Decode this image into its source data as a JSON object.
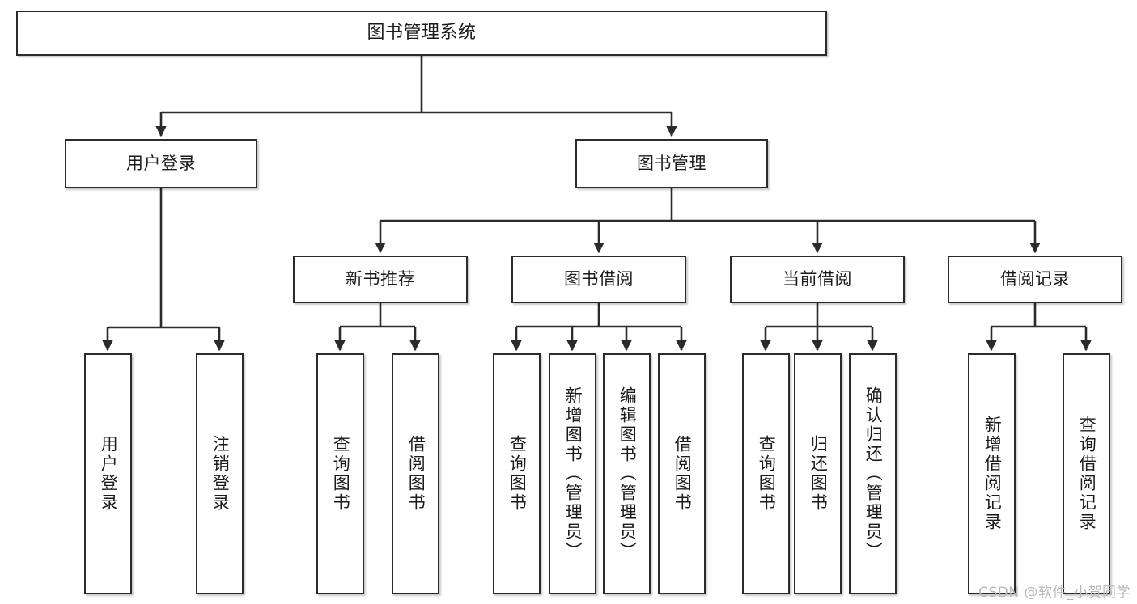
{
  "diagram": {
    "title": "图书管理系统",
    "type": "hierarchy-tree",
    "watermark": "CSDN @软件_小贺同学",
    "colors": {
      "box_border": "#2b2b2b",
      "box_fill": "#ffffff",
      "edge": "#2b2b2b",
      "text": "#1b1b1b",
      "watermark": "#b9b9b9",
      "background": "#ffffff"
    },
    "root": {
      "label": "图书管理系统"
    },
    "level2": [
      {
        "label": "用户登录"
      },
      {
        "label": "图书管理"
      }
    ],
    "level3": [
      {
        "label": "新书推荐"
      },
      {
        "label": "图书借阅"
      },
      {
        "label": "当前借阅"
      },
      {
        "label": "借阅记录"
      }
    ],
    "leaves": {
      "user_login": [
        {
          "label": "用户登录"
        },
        {
          "label": "注销登录"
        }
      ],
      "new_book_recommend": [
        {
          "label": "查询图书"
        },
        {
          "label": "借阅图书"
        }
      ],
      "book_borrow": [
        {
          "label": "查询图书"
        },
        {
          "label": "新增图书（管理员）"
        },
        {
          "label": "编辑图书（管理员）"
        },
        {
          "label": "借阅图书"
        }
      ],
      "current_borrow": [
        {
          "label": "查询图书"
        },
        {
          "label": "归还图书"
        },
        {
          "label": "确认归还（管理员）"
        }
      ],
      "borrow_record": [
        {
          "label": "新增借阅记录"
        },
        {
          "label": "查询借阅记录"
        }
      ]
    }
  }
}
